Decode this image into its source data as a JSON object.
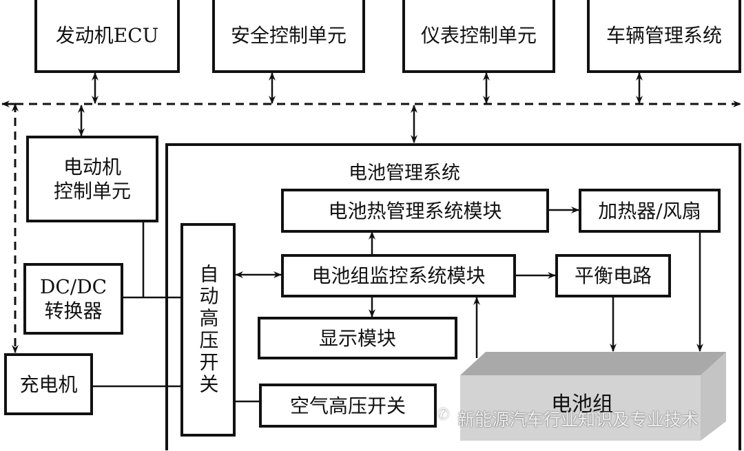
{
  "diagram": {
    "top_units": [
      {
        "id": "engine-ecu",
        "label": "发动机ECU"
      },
      {
        "id": "safety-control-unit",
        "label": "安全控制单元"
      },
      {
        "id": "instrument-control-unit",
        "label": "仪表控制单元"
      },
      {
        "id": "vehicle-management-system",
        "label": "车辆管理系统"
      }
    ],
    "motor_control_unit": {
      "line1": "电动机",
      "line2": "控制单元"
    },
    "dcdc_converter": {
      "line1": "DC/DC",
      "line2": "转换器"
    },
    "charger": {
      "label": "充电机"
    },
    "bms": {
      "title": "电池管理系统",
      "auto_hv_switch": "自动高压开关",
      "thermal_module": "电池热管理系统模块",
      "heater_fan": "加热器/风扇",
      "monitor_module": "电池组监控系统模块",
      "balance_circuit": "平衡电路",
      "display_module": "显示模块",
      "air_hv_switch": "空气高压开关",
      "battery_pack": "电池组"
    },
    "watermark": "新能源汽车行业知识及专业技术"
  },
  "colors": {
    "line": "#111111",
    "battery_top": "#a9a9a9",
    "battery_front": "#d3d3d3",
    "battery_side": "#c4c4c4"
  }
}
